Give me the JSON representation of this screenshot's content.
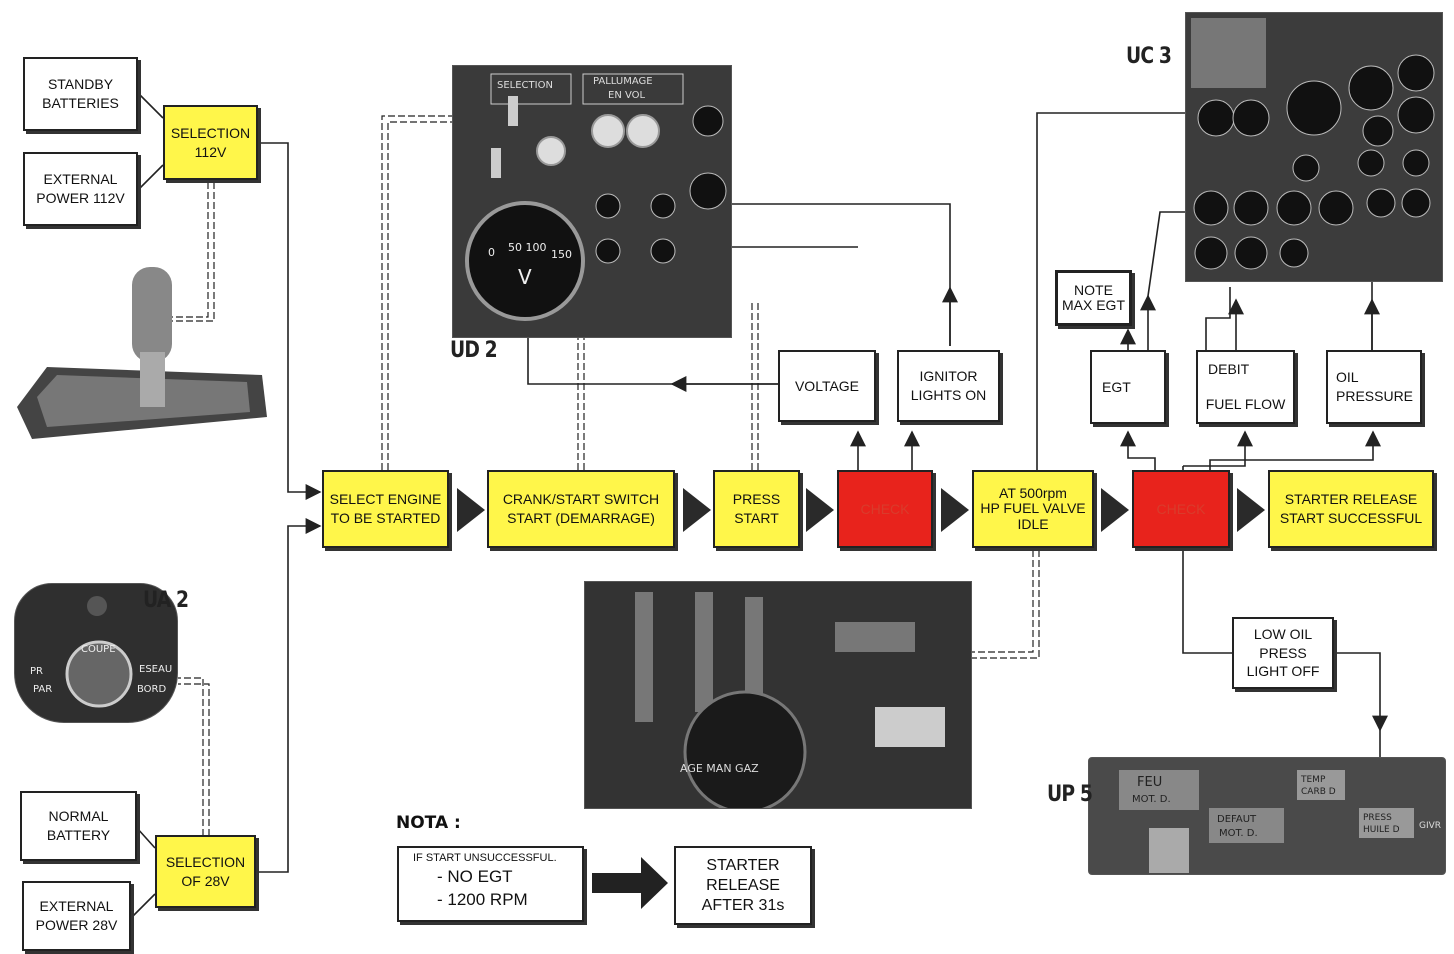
{
  "left_power": {
    "standby_batteries": [
      "STANDBY",
      "BATTERIES"
    ],
    "external_112": [
      "EXTERNAL",
      "POWER 112V"
    ],
    "selection_112": [
      "SELECTION",
      "112V"
    ],
    "normal_battery": [
      "NORMAL",
      "BATTERY"
    ],
    "external_28": [
      "EXTERNAL",
      "POWER 28V"
    ],
    "selection_28": [
      "SELECTION",
      "OF 28V"
    ]
  },
  "photos": {
    "ud2": "UD 2",
    "uc3": "UC 3",
    "ua2": "UA 2",
    "up5": "UP 5",
    "ud2_text": {
      "sel": "SELECTION",
      "pall": "PALLUMAGE",
      "envol": "EN VOL",
      "v": "V",
      "g50": "50 100",
      "g0": "0",
      "g150": "150"
    },
    "ua2_text": {
      "coupe": "COUPE",
      "pr": "PR",
      "par": "PAR",
      "eseau": "ESEAU",
      "bord": "BORD"
    },
    "up5_text": {
      "feu": "FEU",
      "mot": "MOT. D.",
      "defaut": "DEFAUT",
      "motd2": "MOT. D.",
      "temp": "TEMP",
      "carb": "CARB D",
      "press": "PRESS",
      "huile": "HUILE D",
      "giv": "GIVR"
    },
    "throttle_text": "AGE MAN GAZ"
  },
  "flow": {
    "select_engine": [
      "SELECT ENGINE",
      "TO BE STARTED"
    ],
    "crank_start": [
      "CRANK/START SWITCH",
      "START (DEMARRAGE)"
    ],
    "press_start": [
      "PRESS",
      "START"
    ],
    "check1": [
      "CHECK"
    ],
    "fuel_valve": [
      "AT 500rpm",
      "HP FUEL VALVE",
      "IDLE"
    ],
    "check2": [
      "CHECK"
    ],
    "starter_release": [
      "STARTER RELEASE",
      "START SUCCESSFUL"
    ]
  },
  "indicators": {
    "voltage": [
      "VOLTAGE"
    ],
    "ignitor": [
      "IGNITOR",
      "LIGHTS ON"
    ],
    "note_egt": [
      "NOTE",
      "MAX EGT"
    ],
    "egt": [
      "EGT"
    ],
    "fuel_flow": [
      "DEBIT",
      "FUEL FLOW"
    ],
    "oil_pressure": [
      "OIL",
      "PRESSURE"
    ],
    "low_oil": [
      "LOW OIL",
      "PRESS",
      "LIGHT OFF"
    ]
  },
  "nota": {
    "title": "NOTA :",
    "condition": "IF START UNSUCCESSFUL.",
    "items": [
      "- NO EGT",
      "- 1200 RPM"
    ],
    "result": [
      "STARTER",
      "RELEASE",
      "AFTER 31s"
    ]
  },
  "colors": {
    "action": "#fff64a",
    "check": "#e8231c",
    "line": "#222222"
  }
}
